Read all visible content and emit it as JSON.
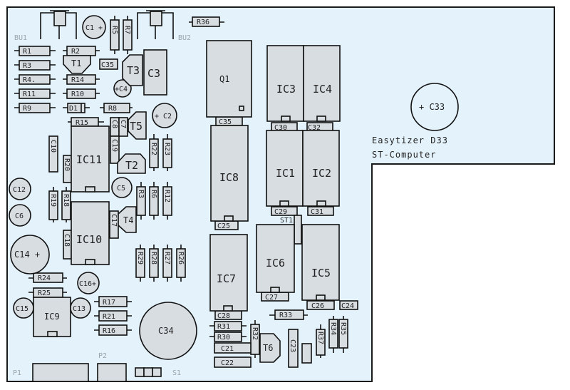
{
  "board": {
    "title": "Easytizer D33",
    "subtitle": "ST-Computer"
  },
  "connectors": {
    "BU1": "BU1",
    "BU2": "BU2",
    "P1": "P1",
    "P2": "P2",
    "S1": "S1",
    "ST1": "ST1"
  },
  "resistors": {
    "R1": "R1",
    "R2": "R2",
    "R3": "R3",
    "R4": "R4.",
    "R5": "R5",
    "R6": "R6",
    "R7": "R7",
    "R8": "R8",
    "R9": "R9",
    "R10": "R10",
    "R11": "R11",
    "R12": "R12",
    "R14": "R14",
    "R15": "R15",
    "R16": "R16",
    "R17": "R17",
    "R18": "R18",
    "R19": "R19",
    "R20": "R20",
    "R21": "R21",
    "R22": "R22",
    "R23": "R23",
    "R24": "R24",
    "R25": "R25",
    "R26": "R26",
    "R27": "R27",
    "R28": "R28",
    "R29": "R29",
    "R30": "R30",
    "R31": "R31",
    "R32": "R32",
    "R33": "R33",
    "R34": "R34",
    "R35": "R35",
    "R36": "R36",
    "R37": "R37",
    "R3b": "R3"
  },
  "diodes": {
    "D1": "D1"
  },
  "capacitors": {
    "C1": "C1 +",
    "C2": "+ C2",
    "C3": "C3",
    "C4": "+C4",
    "C5": "C5",
    "C6": "C6",
    "C7": "C7",
    "C8": "C8",
    "C10": "C10",
    "C12": "C12",
    "C13": "C13",
    "C14": "C14 +",
    "C15": "C15",
    "C16": "C16+",
    "C17": "C17",
    "C18": "C18",
    "C19": "C19",
    "C21": "C21",
    "C22": "C22",
    "C23": "C23",
    "C24": "C24",
    "C25": "C25",
    "C26": "C26",
    "C27": "C27",
    "C28": "C28",
    "C29": "C29",
    "C30": "C30",
    "C31": "C31",
    "C32": "C32",
    "C33": "+ C33",
    "C34": "C34",
    "C35a": "C35",
    "C35b": "C35"
  },
  "transistors": {
    "T1": "T1",
    "T2": "T2",
    "T3": "T3",
    "T4": "T4",
    "T5": "T5",
    "T6": "T6",
    "Q1": "Q1"
  },
  "ics": {
    "IC1": "IC1",
    "IC2": "IC2",
    "IC3": "IC3",
    "IC4": "IC4",
    "IC5": "IC5",
    "IC6": "IC6",
    "IC7": "IC7",
    "IC8": "IC8",
    "IC9": "IC9",
    "IC10": "IC10",
    "IC11": "IC11"
  }
}
